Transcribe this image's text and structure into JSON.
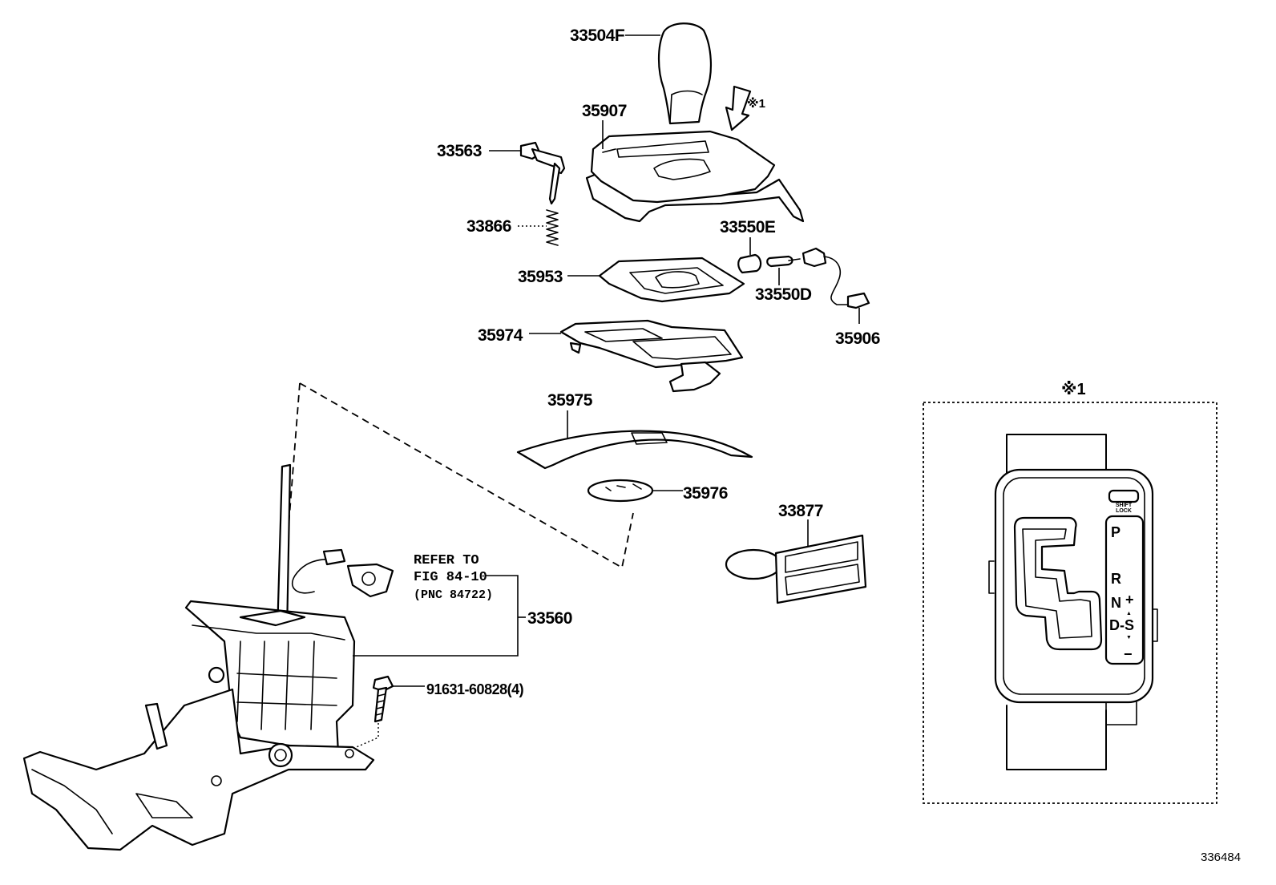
{
  "diagram": {
    "figure_id": "336484",
    "view_marker": "※1",
    "parts": {
      "knob": "33504F",
      "indicator_housing": "35907",
      "lock_release": "33563",
      "spring": "33866",
      "bulb_socket": "33550E",
      "bulb": "33550D",
      "lamp_wire": "35906",
      "position_plate": "35953",
      "indicator_base": "35974",
      "slide_cover": "35975",
      "cover_plate": "35976",
      "caution_label": "33877",
      "shift_lever_assy": "33560",
      "bolt": "91631-60828(4)"
    },
    "refer": {
      "line1": "REFER TO",
      "line2": "FIG 84-10",
      "line3": "(PNC 84722)"
    },
    "detail": {
      "shift_lock_line1": "SHIFT",
      "shift_lock_line2": "LOCK",
      "pos_p": "P",
      "pos_r": "R",
      "pos_n": "N",
      "pos_d": "D-",
      "pos_s": "S",
      "plus": "+",
      "minus": "−",
      "up": "▲",
      "down": "▼"
    }
  }
}
